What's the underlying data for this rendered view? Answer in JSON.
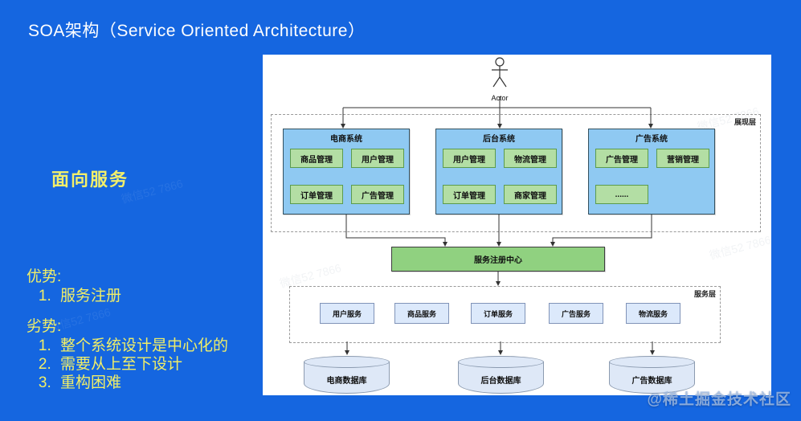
{
  "page": {
    "title": "SOA架构（Service Oriented Architecture）"
  },
  "left": {
    "headline": "面向服务",
    "pros_title": "优势:",
    "pros": [
      "服务注册"
    ],
    "cons_title": "劣势:",
    "cons": [
      "整个系统设计是中心化的",
      "需要从上至下设计",
      "重构困难"
    ]
  },
  "diagram": {
    "actor_label": "Actor",
    "presentation_layer_label": "展现层",
    "service_layer_label": "服务层",
    "systems": [
      {
        "title": "电商系统",
        "modules": [
          "商品管理",
          "用户管理",
          "订单管理",
          "广告管理"
        ]
      },
      {
        "title": "后台系统",
        "modules": [
          "用户管理",
          "物流管理",
          "订单管理",
          "商家管理"
        ]
      },
      {
        "title": "广告系统",
        "modules": [
          "广告管理",
          "营销管理",
          "......"
        ]
      }
    ],
    "registry_label": "服务注册中心",
    "services": [
      "用户服务",
      "商品服务",
      "订单服务",
      "广告服务",
      "物流服务"
    ],
    "databases": [
      "电商数据库",
      "后台数据库",
      "广告数据库"
    ]
  },
  "watermarks": {
    "community": "@稀土掘金技术社区",
    "stamp": "微信52 7866"
  },
  "colors": {
    "background": "#1566E0",
    "note_text": "#F2EF6B",
    "system_fill": "#8FC9F2",
    "module_fill": "#B3DEA4",
    "module_border": "#5B9B4D",
    "registry_fill": "#90D180",
    "service_fill": "#DCE9FB",
    "database_fill": "#DEE8F7"
  }
}
